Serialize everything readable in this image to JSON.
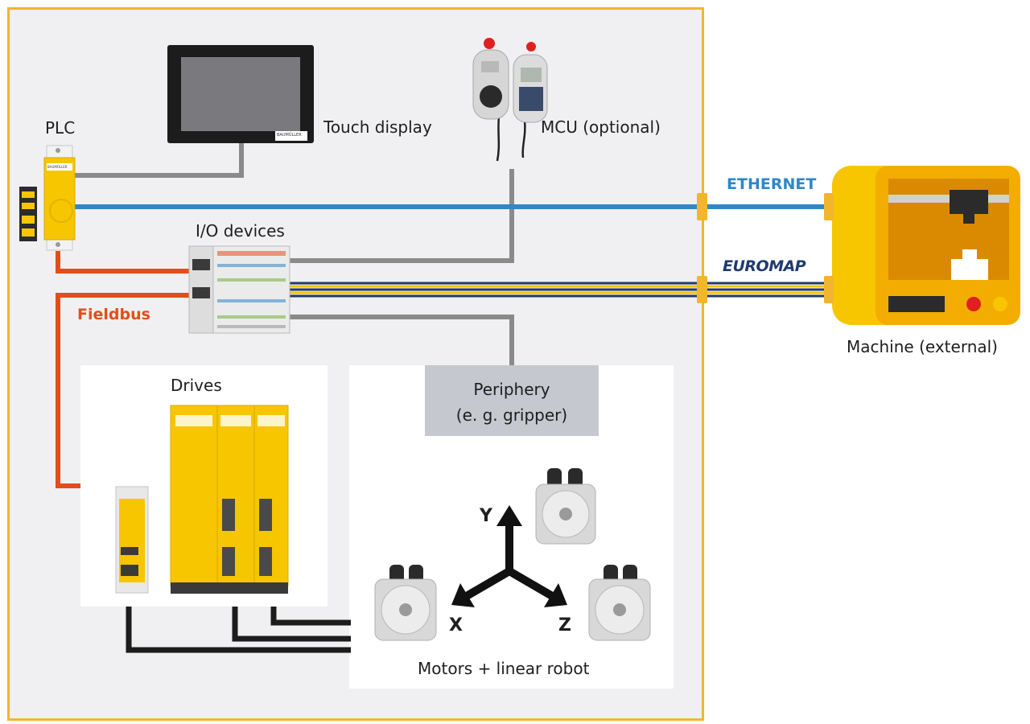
{
  "labels": {
    "plc": "PLC",
    "touch_display": "Touch display",
    "mcu": "MCU (optional)",
    "io_devices": "I/O devices",
    "fieldbus": "Fieldbus",
    "ethernet": "ETHERNET",
    "euromap": "EUROMAP",
    "machine": "Machine (external)",
    "drives": "Drives",
    "periphery_line1": "Periphery",
    "periphery_line2": "(e. g. gripper)",
    "motors": "Motors + linear robot",
    "axis_x": "X",
    "axis_y": "Y",
    "axis_z": "Z",
    "brand": "BAUMÜLLER"
  },
  "colors": {
    "frame": "#f1b52e",
    "ethernet": "#2e87c8",
    "fieldbus": "#e24e1b",
    "euromap_blue": "#1f3a6e",
    "euromap_yellow": "#f2c400",
    "device_yellow": "#f7c600",
    "cable_gray": "#8a8a8a",
    "cable_black": "#1c1c1c"
  }
}
